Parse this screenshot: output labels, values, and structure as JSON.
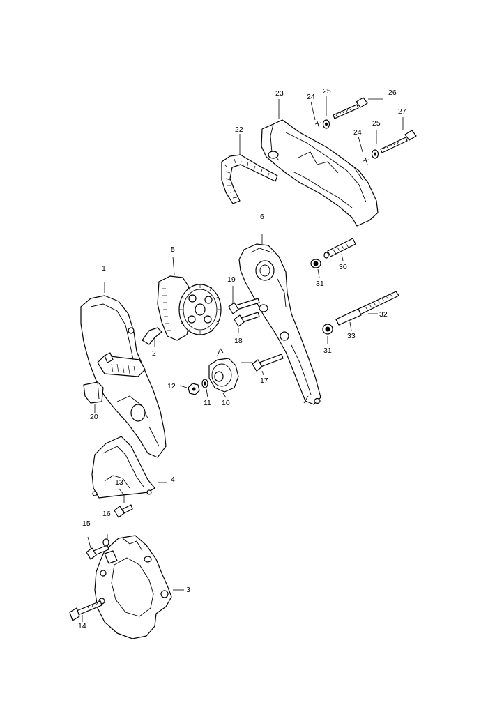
{
  "callouts": {
    "c1": "1",
    "c2": "2",
    "c3": "3",
    "c4": "4",
    "c5": "5",
    "c6": "6",
    "c10": "10",
    "c11": "11",
    "c12": "12",
    "c13": "13",
    "c14": "14",
    "c15": "15",
    "c16": "16",
    "c17": "17",
    "c18": "18",
    "c19": "19",
    "c20": "20",
    "c22": "22",
    "c23": "23",
    "c24a": "24",
    "c24b": "24",
    "c25a": "25",
    "c25b": "25",
    "c26": "26",
    "c27": "27",
    "c30": "30",
    "c31a": "31",
    "c31b": "31",
    "c32": "32",
    "c33": "33"
  }
}
